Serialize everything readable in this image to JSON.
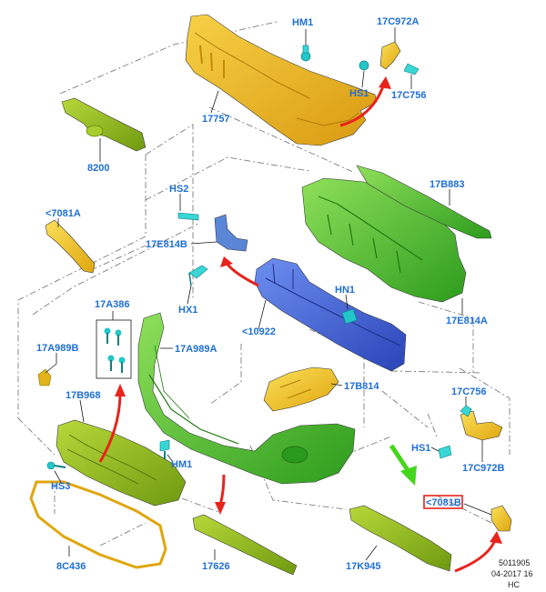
{
  "callouts": {
    "hm1_top": "HM1",
    "c17c972a": "17C972A",
    "hs1_top": "HS1",
    "c17c756_top": "17C756",
    "c17757": "17757",
    "c8200": "8200",
    "hs2": "HS2",
    "c17b883": "17B883",
    "c7081a": "<7081A",
    "c17e814b": "17E814B",
    "hx1": "HX1",
    "hn1": "HN1",
    "c10922": "<10922",
    "c17e814a": "17E814A",
    "c17a386": "17A386",
    "c17a989b": "17A989B",
    "c17a989a": "17A989A",
    "c17b814": "17B814",
    "c17b968": "17B968",
    "c17c756_right": "17C756",
    "hs1_right": "HS1",
    "hm1_bottom": "HM1",
    "c17c972b": "17C972B",
    "hs3": "HS3",
    "c7081b": "<7081B",
    "c8c436": "8C436",
    "c17626": "17626",
    "c17k945": "17K945"
  },
  "footer": {
    "line1": "5011905",
    "line2": "04-2017 16",
    "line3": "HC"
  },
  "colors": {
    "label": "#1f6fd6",
    "bumper_cover_top": "#f3b71c",
    "absorber": "#5ec630",
    "reinforcement": "#3a5bd6",
    "bracket_blue": "#5a86d8",
    "lower_cover": "#3fc13a",
    "grille": "#8ab41a",
    "yellow_parts": "#f4cf1c",
    "fasteners": "#23c6c9",
    "arrow_red": "#e8231c",
    "arrow_green": "#44d61a",
    "highlight_box": "#e8231c"
  }
}
